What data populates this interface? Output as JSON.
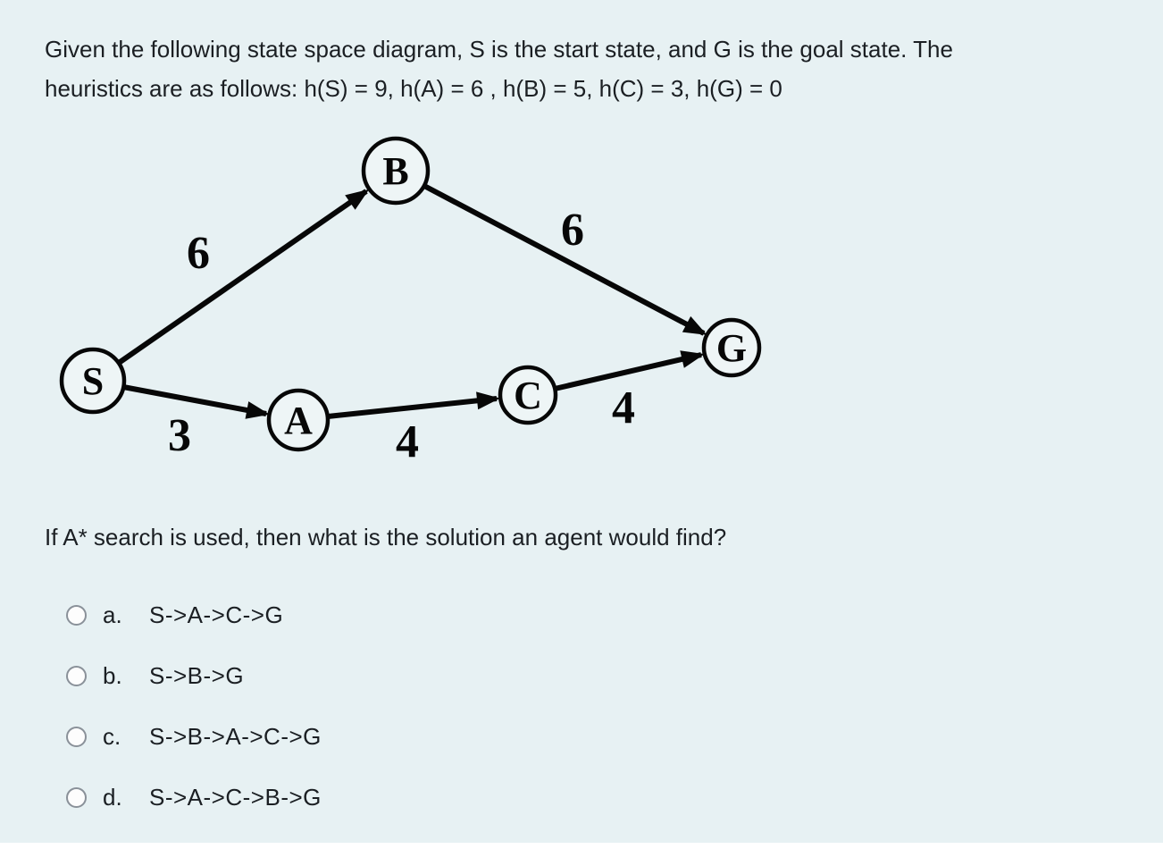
{
  "page": {
    "background": "#e7f1f3",
    "text_color": "#1b1f23",
    "diagram_ink": "#070707"
  },
  "question": {
    "intro_line1": "Given the following state space diagram, S is the start state, and G is the goal state. The",
    "intro_line2": "heuristics are as follows: h(S) = 9, h(A) = 6 , h(B) = 5, h(C) = 3, h(G) = 0",
    "prompt": "If A* search is used, then what is the solution an agent would find?"
  },
  "diagram": {
    "type": "state-space-graph",
    "start_state": "S",
    "goal_state": "G",
    "nodes": [
      {
        "id": "S",
        "label": "S",
        "heuristic": 9
      },
      {
        "id": "A",
        "label": "A",
        "heuristic": 6
      },
      {
        "id": "B",
        "label": "B",
        "heuristic": 5
      },
      {
        "id": "C",
        "label": "C",
        "heuristic": 3
      },
      {
        "id": "G",
        "label": "G",
        "heuristic": 0
      }
    ],
    "edges": [
      {
        "from": "S",
        "to": "B",
        "weight": "6"
      },
      {
        "from": "B",
        "to": "G",
        "weight": "6"
      },
      {
        "from": "S",
        "to": "A",
        "weight": "3"
      },
      {
        "from": "A",
        "to": "C",
        "weight": "4"
      },
      {
        "from": "C",
        "to": "G",
        "weight": "4"
      }
    ]
  },
  "options": [
    {
      "letter": "a.",
      "text": "S->A->C->G",
      "selected": false
    },
    {
      "letter": "b.",
      "text": "S->B->G",
      "selected": false
    },
    {
      "letter": "c.",
      "text": "S->B->A->C->G",
      "selected": false
    },
    {
      "letter": "d.",
      "text": "S->A->C->B->G",
      "selected": false
    }
  ]
}
